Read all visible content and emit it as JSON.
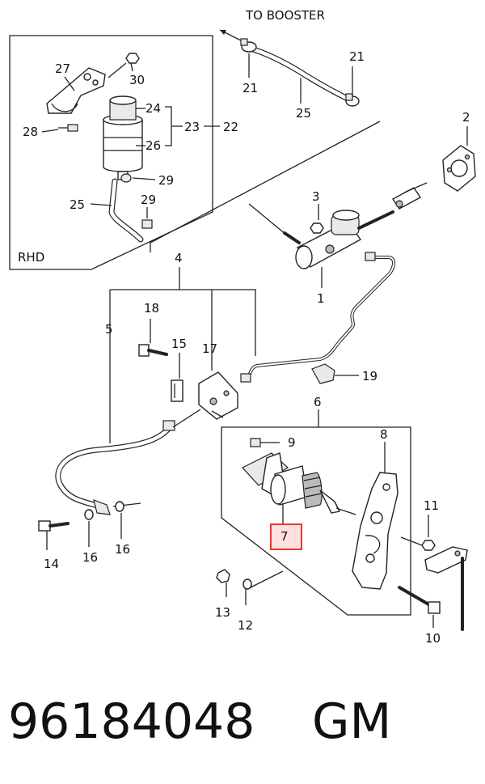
{
  "header": {
    "to_booster": "TO BOOSTER"
  },
  "inset": {
    "label": "RHD"
  },
  "labels": {
    "p1": "1",
    "p2": "2",
    "p3": "3",
    "p4": "4",
    "p5": "5",
    "p6": "6",
    "p7": "7",
    "p8": "8",
    "p9": "9",
    "p10": "10",
    "p11": "11",
    "p12": "12",
    "p13": "13",
    "p14": "14",
    "p15": "15",
    "p16a": "16",
    "p16b": "16",
    "p17": "17",
    "p18": "18",
    "p19": "19",
    "p21a": "21",
    "p21b": "21",
    "p22": "22",
    "p23": "23",
    "p24": "24",
    "p25a": "25",
    "p25b": "25",
    "p26": "26",
    "p27": "27",
    "p28": "28",
    "p29a": "29",
    "p29b": "29",
    "p30": "30"
  },
  "highlight": {
    "color": "#e53935"
  },
  "footer": {
    "part_number": "96184048",
    "brand": "GM"
  }
}
